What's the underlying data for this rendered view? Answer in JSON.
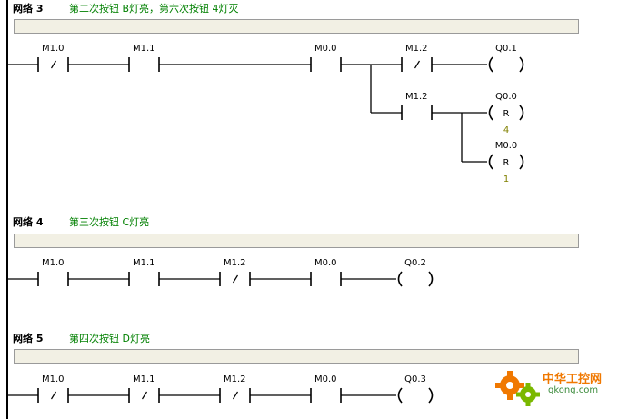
{
  "networks": [
    {
      "label": "网络 3",
      "title": "第二次按钮 B灯亮，第六次按钮 4灯灭",
      "contacts": [
        {
          "addr": "M1.0",
          "neg": true
        },
        {
          "addr": "M1.1",
          "neg": false
        },
        {
          "addr": "M0.0",
          "neg": false
        }
      ],
      "branches": [
        {
          "contact": {
            "addr": "M1.2",
            "neg": true
          },
          "coil": {
            "addr": "Q0.1",
            "type": "",
            "param": ""
          }
        },
        {
          "contact": {
            "addr": "M1.2",
            "neg": false
          },
          "coil": {
            "addr": "Q0.0",
            "type": "R",
            "param": "4"
          }
        },
        {
          "contact": null,
          "coil": {
            "addr": "M0.0",
            "type": "R",
            "param": "1"
          }
        }
      ]
    },
    {
      "label": "网络 4",
      "title": "第三次按钮 C灯亮",
      "contacts": [
        {
          "addr": "M1.0",
          "neg": false
        },
        {
          "addr": "M1.1",
          "neg": false
        },
        {
          "addr": "M1.2",
          "neg": true
        },
        {
          "addr": "M0.0",
          "neg": false
        }
      ],
      "coil": {
        "addr": "Q0.2",
        "type": "",
        "param": ""
      }
    },
    {
      "label": "网络 5",
      "title": "第四次按钮 D灯亮",
      "contacts": [
        {
          "addr": "M1.0",
          "neg": true
        },
        {
          "addr": "M1.1",
          "neg": true
        },
        {
          "addr": "M1.2",
          "neg": true
        },
        {
          "addr": "M0.0",
          "neg": false
        }
      ],
      "coil": {
        "addr": "Q0.3",
        "type": "",
        "param": ""
      }
    }
  ],
  "watermark": {
    "title": "中华工控网",
    "url": "gkong.com"
  },
  "colors": {
    "comment_text": "#008000",
    "param_text": "#808000",
    "logo_orange": "#f07800",
    "logo_green": "#3a8a3a"
  }
}
